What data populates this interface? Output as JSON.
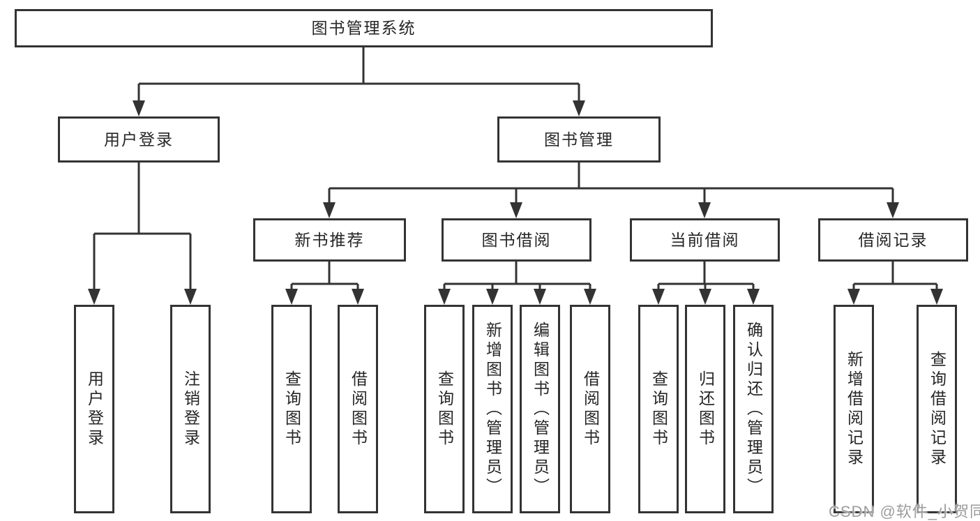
{
  "diagram": {
    "title": "图书管理系统",
    "root": {
      "label": "图书管理系统",
      "children": [
        {
          "label": "用户登录",
          "children": [
            {
              "label": "用户登录"
            },
            {
              "label": "注销登录"
            }
          ]
        },
        {
          "label": "图书管理",
          "children": [
            {
              "label": "新书推荐",
              "children": [
                {
                  "label": "查询图书"
                },
                {
                  "label": "借阅图书"
                }
              ]
            },
            {
              "label": "图书借阅",
              "children": [
                {
                  "label": "查询图书"
                },
                {
                  "label": "新增图书（管理员）"
                },
                {
                  "label": "编辑图书（管理员）"
                },
                {
                  "label": "借阅图书"
                }
              ]
            },
            {
              "label": "当前借阅",
              "children": [
                {
                  "label": "查询图书"
                },
                {
                  "label": "归还图书"
                },
                {
                  "label": "确认归还（管理员）"
                }
              ]
            },
            {
              "label": "借阅记录",
              "children": [
                {
                  "label": "新增借阅记录"
                },
                {
                  "label": "查询借阅记录"
                }
              ]
            }
          ]
        }
      ]
    }
  },
  "watermark": "CSDN @软件_小贺同学",
  "colors": {
    "line": "#333333",
    "text": "#262626",
    "box_background": "#ffffff",
    "watermark": "#9c9c9c"
  }
}
